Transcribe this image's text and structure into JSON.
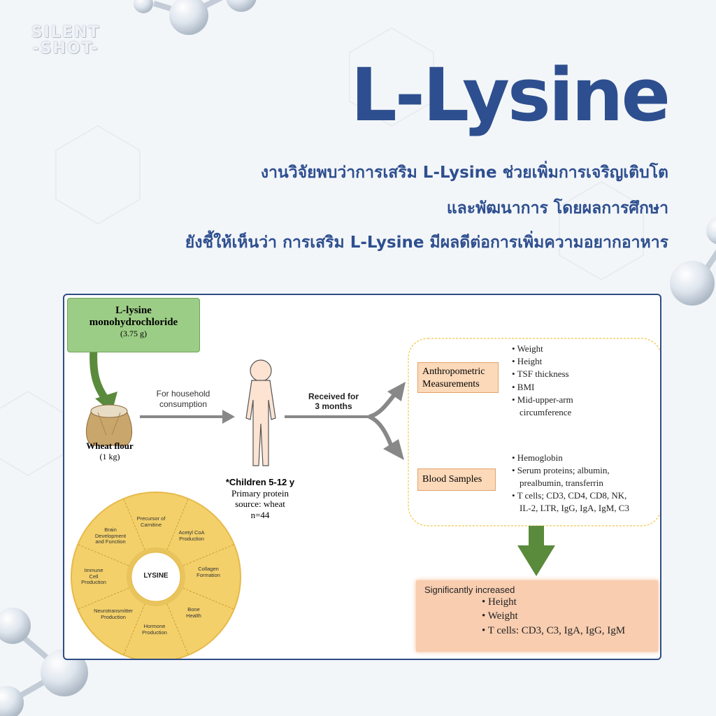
{
  "brand": {
    "line1": "SILENT",
    "line2": "-SHOT-"
  },
  "heading": {
    "title": "L-Lysine",
    "lines": [
      "งานวิจัยพบว่าการเสริม L-Lysine ช่วยเพิ่มการเจริญเติบโต",
      "และพัฒนาการ โดยผลการศึกษา",
      "ยังชี้ให้เห็นว่า การเสริม L-Lysine มีผลดีต่อการเพิ่มความอยากอาหาร"
    ]
  },
  "diagram": {
    "supplement": {
      "name1": "L-lysine",
      "name2": "monohydrochloride",
      "dose": "(3.75 g)"
    },
    "flour": {
      "name": "Wheat flour",
      "amount": "(1 kg)"
    },
    "household": {
      "line1": "For household",
      "line2": "consumption"
    },
    "received": {
      "line1": "Received for",
      "line2": "3 months"
    },
    "children": {
      "title": "*Children 5-12 y",
      "line1": "Primary protein",
      "line2": "source: wheat",
      "line3": "n=44"
    },
    "anthro": {
      "label1": "Anthropometric",
      "label2": "Measurements",
      "items": [
        "• Weight",
        "• Height",
        "• TSF thickness",
        "• BMI",
        "• Mid-upper-arm",
        "circumference"
      ]
    },
    "blood": {
      "label": "Blood Samples",
      "items": [
        "• Hemoglobin",
        "• Serum proteins; albumin,",
        "prealbumin, transferrin",
        "• T cells; CD3, CD4, CD8, NK,",
        "IL-2, LTR, IgG, IgA, IgM, C3"
      ]
    },
    "result": {
      "title": "Significantly increased",
      "items": [
        "• Height",
        "• Weight",
        "• T cells: CD3, C3, IgA, IgG, IgM"
      ]
    },
    "wheel": {
      "center": "LYSINE",
      "segments": [
        [
          "Precursor of",
          "Carnitine"
        ],
        [
          "Acetyl CoA",
          "Production"
        ],
        [
          "Collagen",
          "Formation"
        ],
        [
          "Bone",
          "Health"
        ],
        [
          "Hormone",
          "Production"
        ],
        [
          "Neurotransmitter",
          "Production"
        ],
        [
          "Immune",
          "Cell",
          "Production"
        ],
        [
          "Brain",
          "Development",
          "and Function"
        ]
      ]
    }
  },
  "colors": {
    "title": "#2e4f8f",
    "panel_border": "#2f4d86",
    "supplement_box": "#9ccd86",
    "label_box": "#fbd9b9",
    "result_box": "#f8cdb0",
    "wheel": "#f3d06a",
    "arrow_green": "#5a8a3c",
    "arrow_gray": "#888888"
  }
}
